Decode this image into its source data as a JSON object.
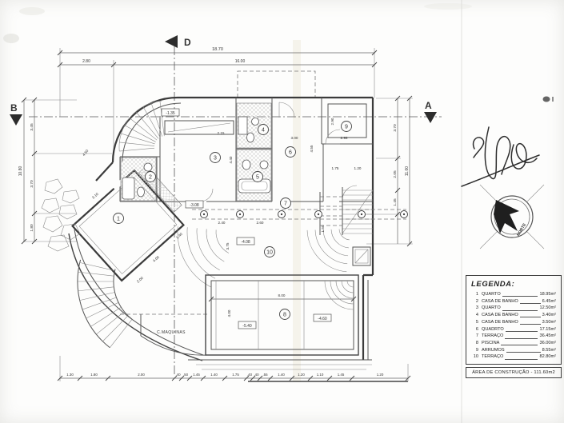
{
  "markers": {
    "d": "D",
    "b": "B",
    "a": "A"
  },
  "dims": {
    "top_total": "18.70",
    "top_left": "2.80",
    "top_main": "16.00",
    "left_total": "10.80",
    "left_segs": [
      "3.45",
      "3.70",
      "1.80"
    ],
    "right_total": "11.00",
    "right_segs": [
      "3.70",
      "2.05",
      "1.45"
    ],
    "bottom": [
      "1.30",
      "1.80",
      "2.00",
      ".40",
      ".50",
      "1.45",
      "1.40",
      "1.75",
      ".40",
      ".40",
      ".55",
      "1.40",
      "1.20",
      "1.10",
      "1.45",
      "1.20"
    ]
  },
  "plan": {
    "room_numbers": [
      "1",
      "2",
      "3",
      "4",
      "5",
      "6",
      "7",
      "8",
      "9",
      "10"
    ],
    "dims": [
      "2.15",
      "4.40",
      "3.00",
      "2.95",
      "2.90",
      "4.55",
      "1.75",
      "1.20",
      "2.40",
      "2.60",
      "3.75",
      "8.00",
      "4.00",
      "3.10",
      "4.50",
      "1.40",
      "4.00",
      "2.00",
      "1.50"
    ],
    "levels": [
      "-1.35",
      "-3.08",
      "-4.08",
      "-5.40",
      "-4.60"
    ],
    "machine_room_label": "C.MAQUINAS"
  },
  "north_label": "NORTE",
  "legend": {
    "title": "LEGENDA:",
    "items": [
      {
        "num": "1",
        "name": "QUARTO",
        "area": "18.95m²"
      },
      {
        "num": "2",
        "name": "CASA DE BANHO",
        "area": "6.45m²"
      },
      {
        "num": "3",
        "name": "QUARTO",
        "area": "12.50m²"
      },
      {
        "num": "4",
        "name": "CASA DE BANHO",
        "area": "3.40m²"
      },
      {
        "num": "5",
        "name": "CASA DE BANHO",
        "area": "3.50m²"
      },
      {
        "num": "6",
        "name": "QUADRTO",
        "area": "17.15m²"
      },
      {
        "num": "7",
        "name": "TERRAÇO",
        "area": "36.45m²"
      },
      {
        "num": "8",
        "name": "PISCINA",
        "area": "36.00m²"
      },
      {
        "num": "9",
        "name": "ARRUMOS",
        "area": "8.55m²"
      },
      {
        "num": "10",
        "name": "TERRAÇO",
        "area": "82.80m²"
      }
    ],
    "footer": "ÁREA DE CONSTRUÇÃO  -  111.60m2"
  }
}
